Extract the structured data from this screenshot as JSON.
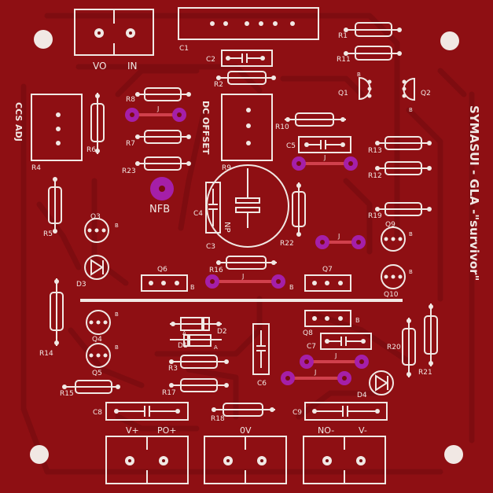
{
  "title": "SYMASUI - GLA -\"survivor\"",
  "colors": {
    "board": "#8e0f13",
    "silkscreen": "#f1e8e4",
    "trace": "#7e0c10",
    "jumper_pad": "#a51fa8",
    "jumper_wire": "#d0404c"
  },
  "connectors": {
    "top": {
      "vo": "VO",
      "in": "IN"
    },
    "bottom": {
      "vplus": "V+",
      "poplus": "PO+",
      "zero": "0V",
      "nominus": "NO-",
      "vminus": "V-"
    }
  },
  "section_labels": {
    "ccs_adj": "CCS ADJ",
    "dc_offset": "DC OFFSET",
    "nfb": "NFB",
    "np": "NP"
  },
  "components": {
    "resistors": [
      "R1",
      "R2",
      "R3",
      "R4",
      "R5",
      "R6",
      "R7",
      "R8",
      "R9",
      "R10",
      "R11",
      "R12",
      "R13",
      "R14",
      "R15",
      "R16",
      "R17",
      "R18",
      "R19",
      "R20",
      "R21",
      "R22",
      "R23"
    ],
    "capacitors": [
      "C1",
      "C2",
      "C3",
      "C4",
      "C5",
      "C6",
      "C7",
      "C8",
      "C9"
    ],
    "transistors": [
      "Q1",
      "Q2",
      "Q3",
      "Q4",
      "Q5",
      "Q6",
      "Q7",
      "Q8",
      "Q9",
      "Q10"
    ],
    "diodes": [
      "D1",
      "D2",
      "D3",
      "D4"
    ]
  },
  "pin_labels": {
    "b": "B",
    "a": "A"
  },
  "jumper_label": "J"
}
